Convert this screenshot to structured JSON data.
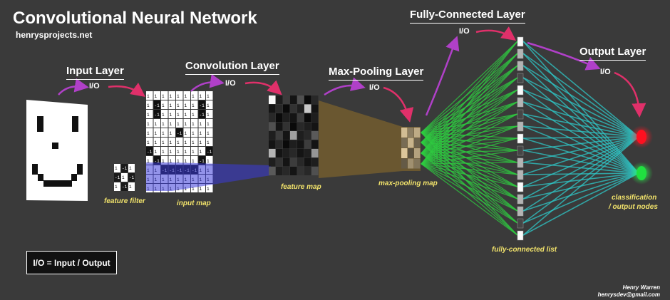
{
  "title": "Convolutional Neural Network",
  "subtitle": "henrysprojects.net",
  "layers": {
    "input": "Input Layer",
    "convolution": "Convolution Layer",
    "maxpool": "Max-Pooling Layer",
    "fully_connected": "Fully-Connected Layer",
    "output": "Output Layer"
  },
  "io_label": "I/O",
  "captions": {
    "feature_filter": "feature filter",
    "input_map": "input map",
    "feature_map": "feature map",
    "max_pooling_map": "max-pooling map",
    "fully_connected_list": "fully-connected list",
    "classification_line1": "classification",
    "classification_line2": "/ output nodes"
  },
  "legend": "I/O = Input / Output",
  "credit": {
    "name": "Henry Warren",
    "email": "henrysdev@gmail.com"
  },
  "matrix_values": [
    "-1",
    "1"
  ],
  "colors": {
    "background": "#3a3a3a",
    "arrow": "#b040c8",
    "arrow_red": "#e0306a",
    "caption": "#f2e36b",
    "filter_highlight": "#3a3ad8",
    "feature_projection": "#8a6a2a",
    "fc_connection": "#2ecc40",
    "output_connection": "#2ec8c8",
    "output_node_red": "#ff1020",
    "output_node_green": "#20e040"
  }
}
